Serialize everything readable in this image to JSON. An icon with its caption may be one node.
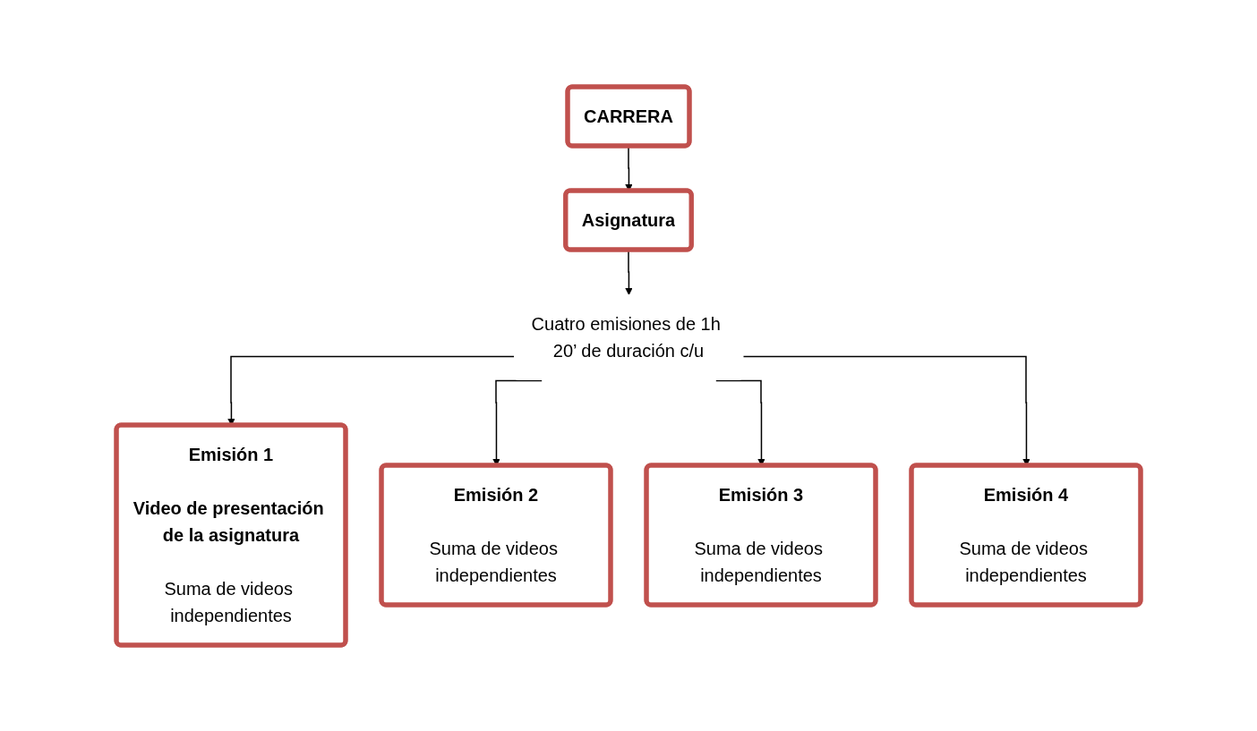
{
  "diagram": {
    "nodes": [
      {
        "text": [
          "CARRERA"
        ]
      },
      {
        "text": [
          "Asignatura"
        ]
      },
      {
        "text": [
          "Cuatro emisiones de 1h 20’ de duración c/u"
        ]
      },
      {
        "text": [
          "Emisión 1",
          "Video de presentación de la asignatura",
          "Suma de videos independientes"
        ]
      },
      {
        "text": [
          "Emisión 2",
          "Suma de videos independientes"
        ]
      },
      {
        "text": [
          "Emisión 3",
          "Suma de videos independientes"
        ]
      },
      {
        "text": [
          "Emisión 4",
          "Suma de videos independientes"
        ]
      }
    ],
    "edges": [
      {
        "from": 0,
        "to": 1,
        "arrow": "to"
      },
      {
        "from": 1,
        "to": 2,
        "arrow": "to"
      },
      {
        "from": 2,
        "to": 3,
        "arrow": "to"
      },
      {
        "from": 2,
        "to": 4,
        "arrow": "to"
      },
      {
        "from": 2,
        "to": 5,
        "arrow": "to"
      },
      {
        "from": 2,
        "to": 6,
        "arrow": "to"
      }
    ]
  }
}
